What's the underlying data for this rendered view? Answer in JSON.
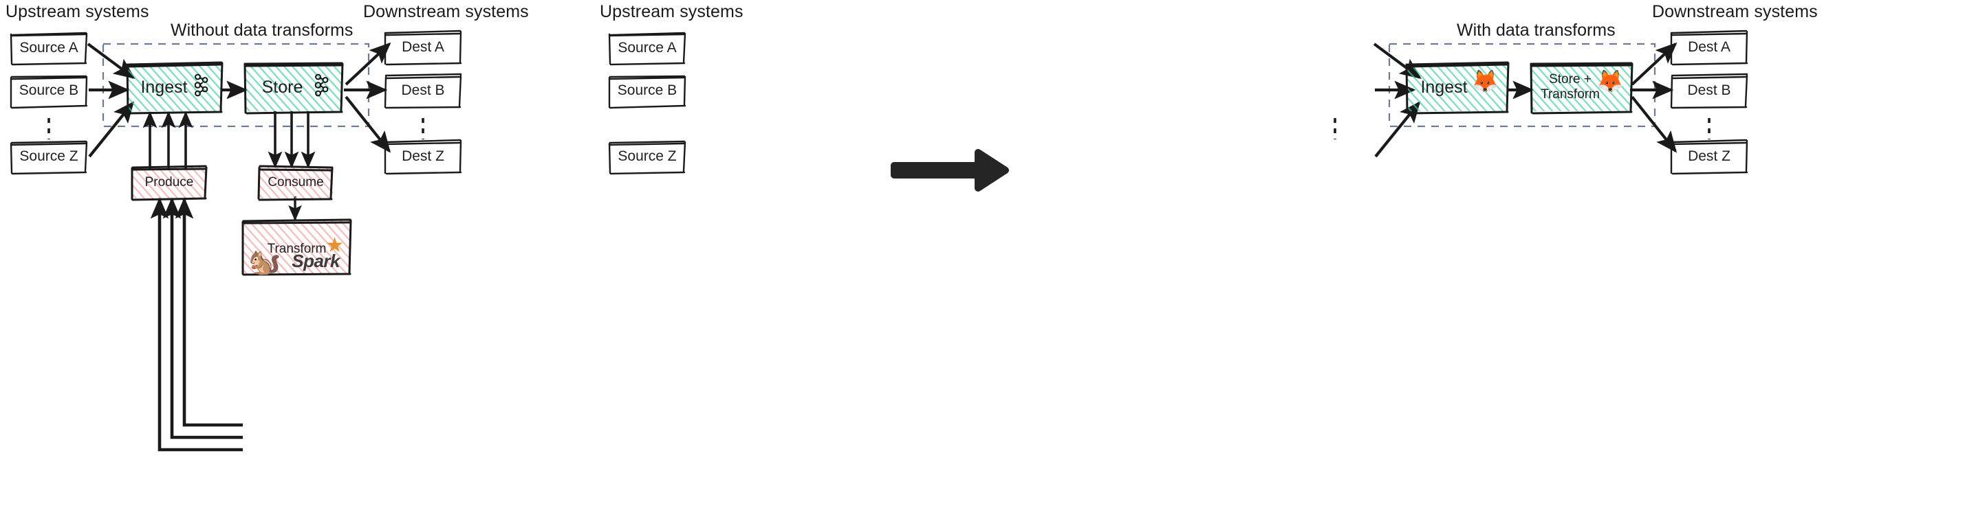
{
  "diagram": {
    "title_left": "Without data transforms",
    "title_right": "With data transforms",
    "accent_green": "#3dd1a2",
    "accent_pink": "#f48282",
    "dashed_boundary_color": "#6b7a99",
    "stroke_color": "#1a1a1a"
  },
  "left_panel": {
    "panel_title": "Without data transforms",
    "upstream_header": "Upstream systems",
    "downstream_header": "Downstream systems",
    "sources": [
      {
        "label": "Source A"
      },
      {
        "label": "Source B"
      },
      {
        "label": "Source Z"
      }
    ],
    "destinations": [
      {
        "label": "Dest A"
      },
      {
        "label": "Dest B"
      },
      {
        "label": "Dest Z"
      }
    ],
    "pipeline": [
      {
        "label": "Ingest",
        "icon": "kafka-icon",
        "fill": "green"
      },
      {
        "label": "Store",
        "icon": "kafka-icon",
        "fill": "green"
      }
    ],
    "external_steps": [
      {
        "label": "Produce",
        "fill": "pink"
      },
      {
        "label": "Consume",
        "fill": "pink"
      },
      {
        "label": "Transform",
        "fill": "pink",
        "icons": [
          "flink-icon",
          "spark-icon"
        ]
      }
    ],
    "spark_wordmark": "Spark"
  },
  "right_panel": {
    "panel_title": "With data transforms",
    "upstream_header": "Upstream systems",
    "downstream_header": "Downstream systems",
    "sources": [
      {
        "label": "Source A"
      },
      {
        "label": "Source B"
      },
      {
        "label": "Source Z"
      }
    ],
    "destinations": [
      {
        "label": "Dest A"
      },
      {
        "label": "Dest B"
      },
      {
        "label": "Dest Z"
      }
    ],
    "pipeline": [
      {
        "label": "Ingest",
        "icon": "redpanda-icon",
        "fill": "green"
      },
      {
        "label": "Store +\nTransform",
        "label_line1": "Store +",
        "label_line2": "Transform",
        "icon": "redpanda-icon",
        "fill": "green"
      }
    ]
  },
  "center": {
    "transition_arrow": "big-right-arrow-icon"
  }
}
